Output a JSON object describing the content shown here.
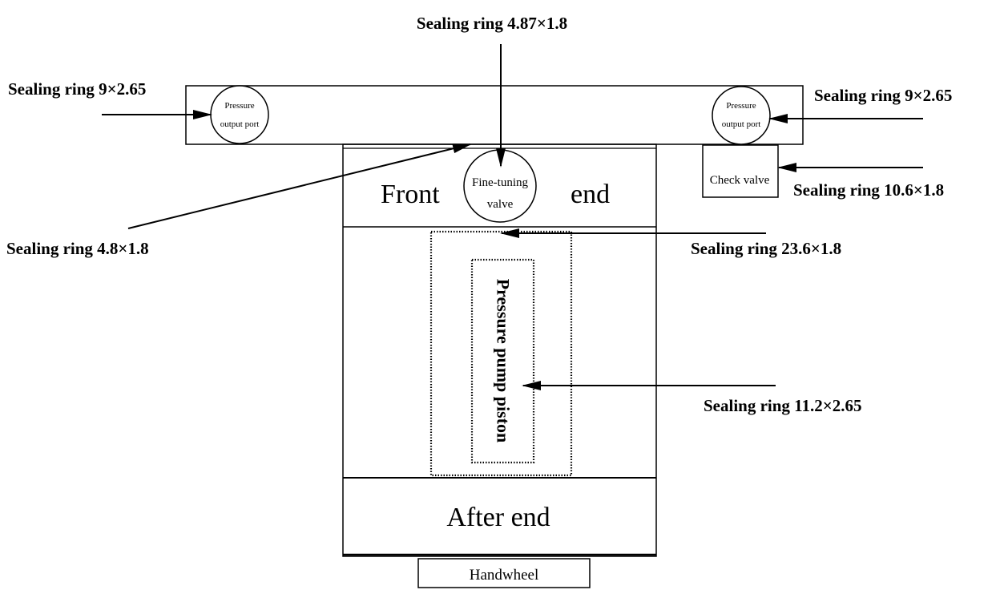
{
  "labels": {
    "ring_top": "Sealing ring 4.87×1.8",
    "ring_left_top": "Sealing ring 9×2.65",
    "ring_right_top": "Sealing ring 9×2.65",
    "ring_check_valve": "Sealing ring 10.6×1.8",
    "ring_left_mid": "Sealing ring 4.8×1.8",
    "ring_chamber": "Sealing ring 23.6×1.8",
    "ring_piston": "Sealing ring 11.2×2.65",
    "pressure_port_left": [
      "Pressure",
      "output port"
    ],
    "pressure_port_right": [
      "Pressure",
      "output port"
    ],
    "fine_tuning_valve": [
      "Fine-tuning",
      "valve"
    ],
    "check_valve": "Check valve",
    "front": "Front",
    "end": "end",
    "piston": "Pressure pump piston",
    "after_end": "After end",
    "handwheel": "Handwheel"
  },
  "colors": {
    "stroke": "#000000",
    "background": "#ffffff"
  }
}
